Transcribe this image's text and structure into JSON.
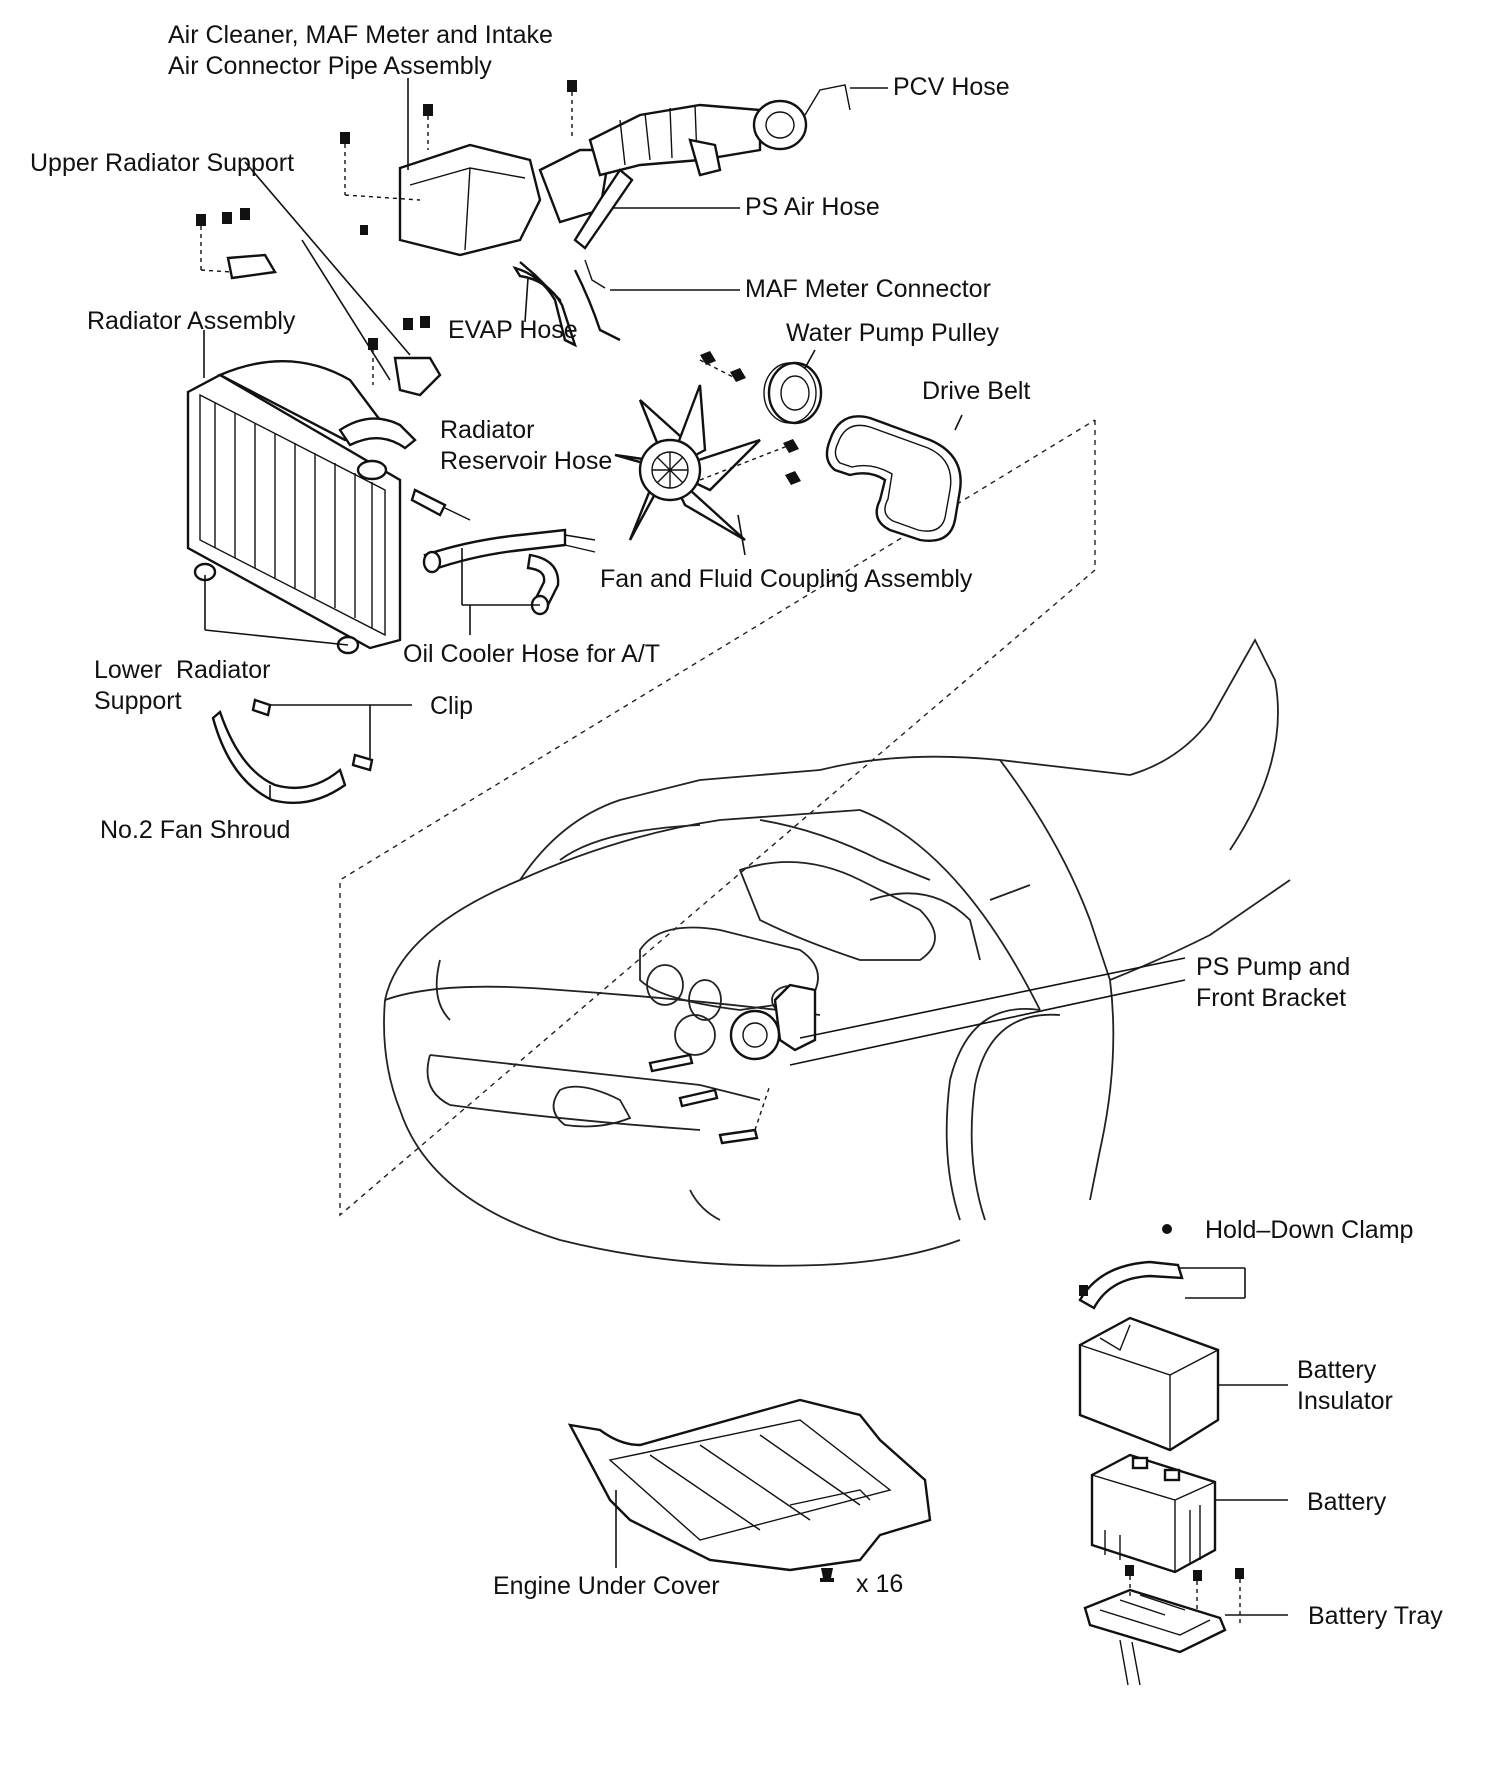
{
  "labels": {
    "air_cleaner": [
      "Air Cleaner, MAF Meter and Intake",
      "Air Connector Pipe Assembly"
    ],
    "pcv_hose": "PCV Hose",
    "upper_radiator_support": "Upper Radiator Support",
    "ps_air_hose": "PS Air Hose",
    "maf_meter_connector": "MAF Meter Connector",
    "radiator_assembly": "Radiator Assembly",
    "evap_hose": "EVAP Hose",
    "water_pump_pulley": "Water Pump Pulley",
    "drive_belt": "Drive Belt",
    "radiator_reservoir_hose": [
      "Radiator",
      "Reservoir Hose"
    ],
    "fan_fluid_coupling": "Fan and Fluid Coupling Assembly",
    "lower_radiator_support": [
      "Lower  Radiator",
      "Support"
    ],
    "oil_cooler_hose": "Oil Cooler Hose for A/T",
    "clip": "Clip",
    "no2_fan_shroud": "No.2 Fan Shroud",
    "ps_pump_front_bracket": [
      "PS Pump and",
      "Front Bracket"
    ],
    "hold_down_clamp": "Hold–Down Clamp",
    "battery_insulator": [
      "Battery",
      "Insulator"
    ],
    "battery": "Battery",
    "battery_tray": "Battery Tray",
    "engine_under_cover": "Engine Under Cover",
    "bolt_count": "x 16"
  }
}
